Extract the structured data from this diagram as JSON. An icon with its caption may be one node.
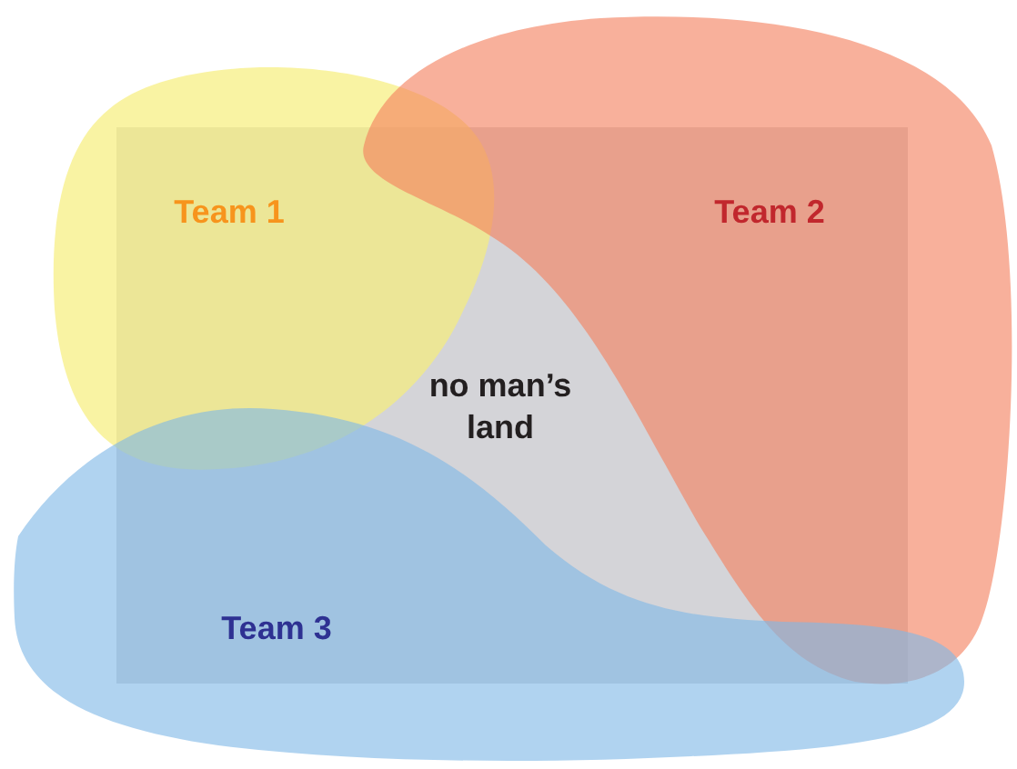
{
  "diagram": {
    "nodes": [
      {
        "text": [
          "Team 1"
        ]
      },
      {
        "text": [
          "Team 2"
        ]
      },
      {
        "text": [
          "no man’s land"
        ]
      },
      {
        "text": [
          "Team 3"
        ]
      }
    ]
  }
}
